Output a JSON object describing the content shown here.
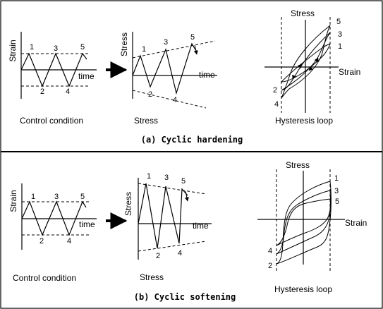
{
  "top": {
    "title": "(a) Cyclic hardening",
    "control": {
      "ylabel": "Strain",
      "xlabel": "time",
      "caption": "Control condition",
      "points": [
        "1",
        "2",
        "3",
        "4",
        "5"
      ]
    },
    "stress": {
      "ylabel": "Stress",
      "xlabel": "time",
      "caption": "Stress",
      "points": [
        "1",
        "2",
        "3",
        "4",
        "5"
      ]
    },
    "hysteresis": {
      "ylabel": "Stress",
      "xlabel": "Strain",
      "caption": "Hysteresis loop",
      "points": [
        "5",
        "3",
        "1",
        "2",
        "4"
      ]
    }
  },
  "bottom": {
    "title": "(b) Cyclic softening",
    "control": {
      "ylabel": "Strain",
      "xlabel": "time",
      "caption": "Control condition",
      "points": [
        "1",
        "2",
        "3",
        "4",
        "5"
      ]
    },
    "stress": {
      "ylabel": "Stress",
      "xlabel": "time",
      "caption": "Stress",
      "points": [
        "1",
        "2",
        "3",
        "4",
        "5"
      ]
    },
    "hysteresis": {
      "ylabel": "Stress",
      "xlabel": "Strain",
      "caption": "Hysteresis loop",
      "points": [
        "1",
        "3",
        "5",
        "4",
        "2"
      ]
    }
  }
}
